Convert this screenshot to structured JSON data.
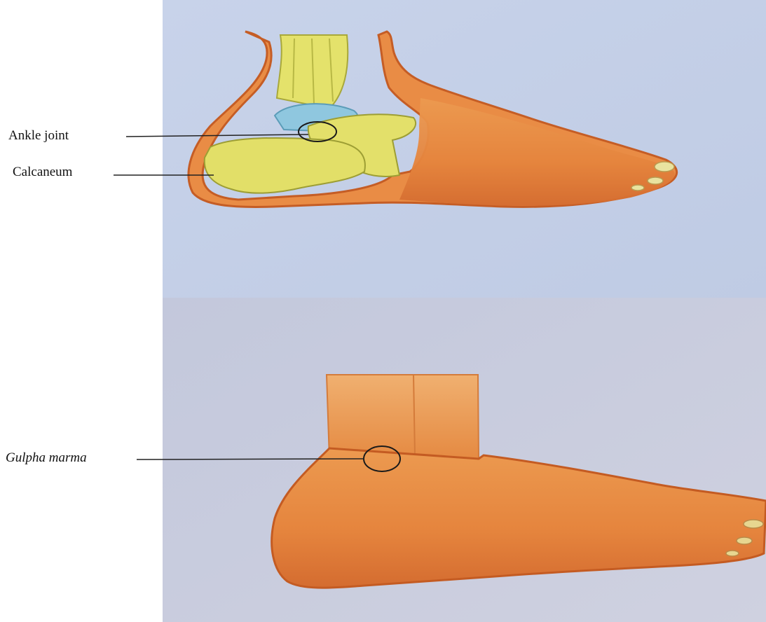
{
  "labels": {
    "ankle_joint": "Ankle joint",
    "calcaneum": "Calcaneum",
    "gulpha_marma": "Gulpha marma"
  },
  "colors": {
    "paper_top": "#c5d1e8",
    "paper_bottom": "#c9ccdd",
    "skin": "#e8873f",
    "skin_dark": "#c9622a",
    "bone": "#e2e06a",
    "bone_shade": "#b9bb3f",
    "cartilage": "#8fc6e0",
    "leader_line": "#222222"
  }
}
